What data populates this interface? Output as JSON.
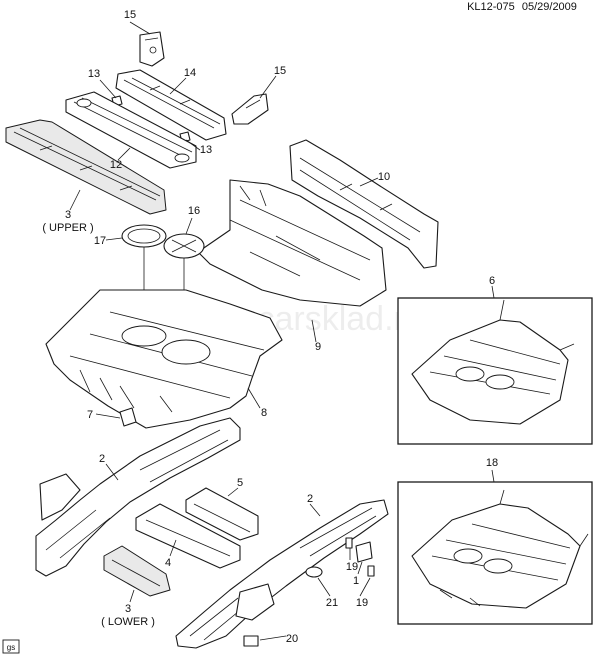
{
  "reference": {
    "code": "KL12-075",
    "date": "05/29/2009"
  },
  "watermark": "www.carsklad.ru",
  "logo": "gs",
  "callouts": [
    {
      "id": "c15a",
      "label": "15"
    },
    {
      "id": "c13a",
      "label": "13"
    },
    {
      "id": "c14",
      "label": "14"
    },
    {
      "id": "c15b",
      "label": "15"
    },
    {
      "id": "c13b",
      "label": "13"
    },
    {
      "id": "c12",
      "label": "12"
    },
    {
      "id": "c3a",
      "label": "3"
    },
    {
      "id": "c10",
      "label": "10"
    },
    {
      "id": "c16",
      "label": "16"
    },
    {
      "id": "c17",
      "label": "17"
    },
    {
      "id": "c6",
      "label": "6"
    },
    {
      "id": "c9",
      "label": "9"
    },
    {
      "id": "c8",
      "label": "8"
    },
    {
      "id": "c7",
      "label": "7"
    },
    {
      "id": "c2a",
      "label": "2"
    },
    {
      "id": "c5",
      "label": "5"
    },
    {
      "id": "c18",
      "label": "18"
    },
    {
      "id": "c2b",
      "label": "2"
    },
    {
      "id": "c4",
      "label": "4"
    },
    {
      "id": "c19a",
      "label": "19"
    },
    {
      "id": "c1",
      "label": "1"
    },
    {
      "id": "c3b",
      "label": "3"
    },
    {
      "id": "c21",
      "label": "21"
    },
    {
      "id": "c19b",
      "label": "19"
    },
    {
      "id": "c20",
      "label": "20"
    }
  ],
  "sublabels": {
    "upper": "( UPPER )",
    "lower": "( LOWER )"
  }
}
